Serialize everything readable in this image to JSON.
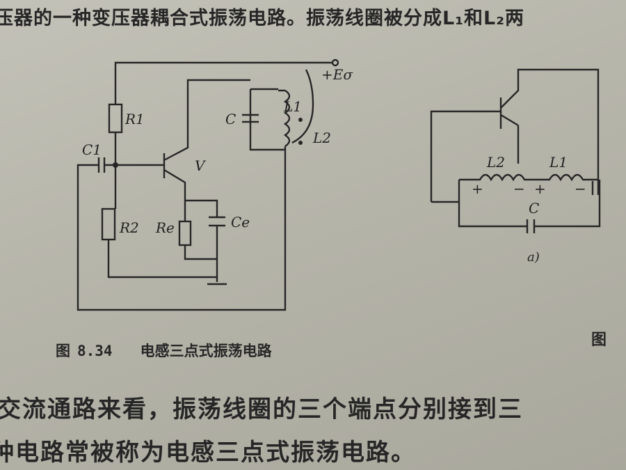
{
  "text": {
    "top_line": "压器的一种变压器耦合式振荡电路。振荡线圈被分成L₁和L₂两",
    "caption_prefix": "图",
    "caption_number": "8.34",
    "caption_title": "电感三点式振荡电路",
    "right_caption": "图",
    "body_line_1": "交流通路来看，振荡线圈的三个端点分别接到三",
    "body_line_2": "种电路常被称为电感三点式振荡电路。"
  },
  "left_circuit": {
    "supply": "+Eσ",
    "R1": "R1",
    "C1": "C1",
    "R2": "R2",
    "Re": "Re",
    "Ce": "Ce",
    "C": "C",
    "L1": "L1",
    "L2": "L2",
    "V": "V"
  },
  "right_circuit": {
    "L2": "L2",
    "L1": "L1",
    "C": "C",
    "label": "a)",
    "plus": "+",
    "minus": "−"
  }
}
